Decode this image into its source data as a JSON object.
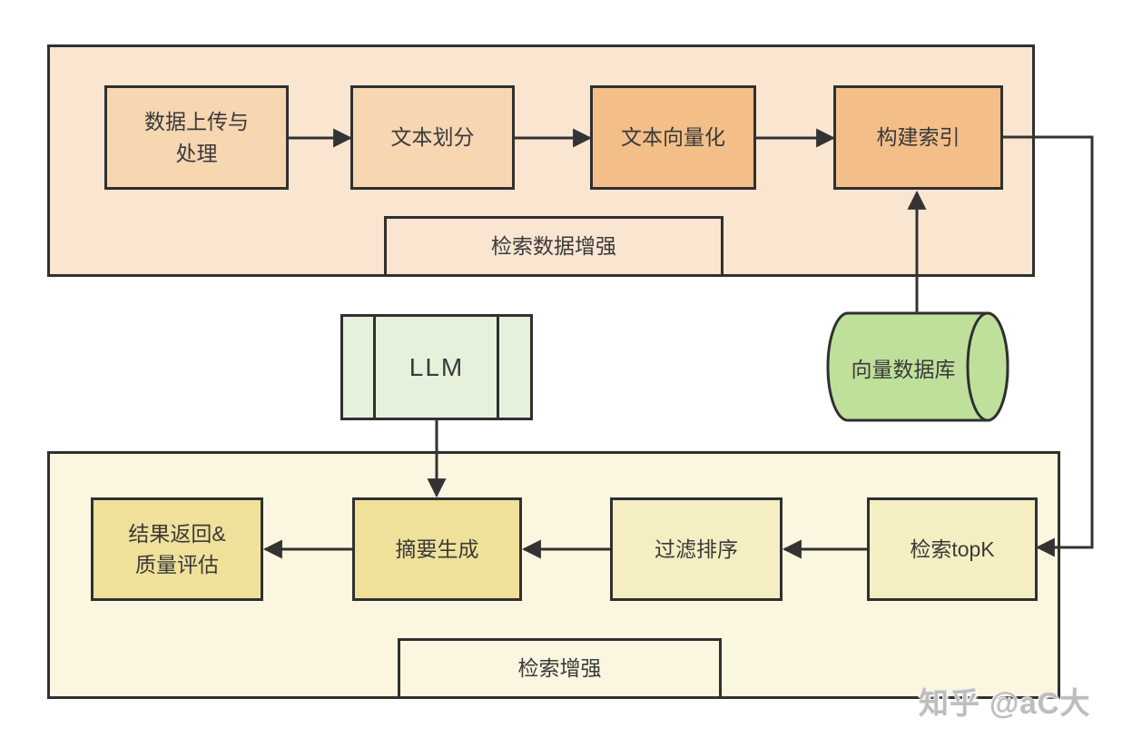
{
  "colors": {
    "page_bg": "#ffffff",
    "border": "#303030",
    "arrow": "#333333",
    "text": "#3a3a3a",
    "stage1_bg": "#fae5d1",
    "stage1_box_light": "#f7d6b2",
    "stage1_box_dark": "#f3be88",
    "llm_bg": "#e6f1dc",
    "cylinder_bg": "#bfe09b",
    "stage2_bg": "#fbf6df",
    "stage2_box_dark": "#efe19a",
    "stage2_box_light": "#f5eec2",
    "watermark": "#bdbdbd"
  },
  "stage1": {
    "label": "检索数据增强",
    "boxes": {
      "upload": "数据上传与\n处理",
      "split": "文本划分",
      "vectorize": "文本向量化",
      "index": "构建索引"
    }
  },
  "middle": {
    "llm": "LLM",
    "vector_db": "向量数据库"
  },
  "stage2": {
    "label": "检索增强",
    "boxes": {
      "result": "结果返回&\n质量评估",
      "summary": "摘要生成",
      "filter": "过滤排序",
      "topk": "检索topK"
    }
  },
  "watermark": "知乎 @aC大"
}
